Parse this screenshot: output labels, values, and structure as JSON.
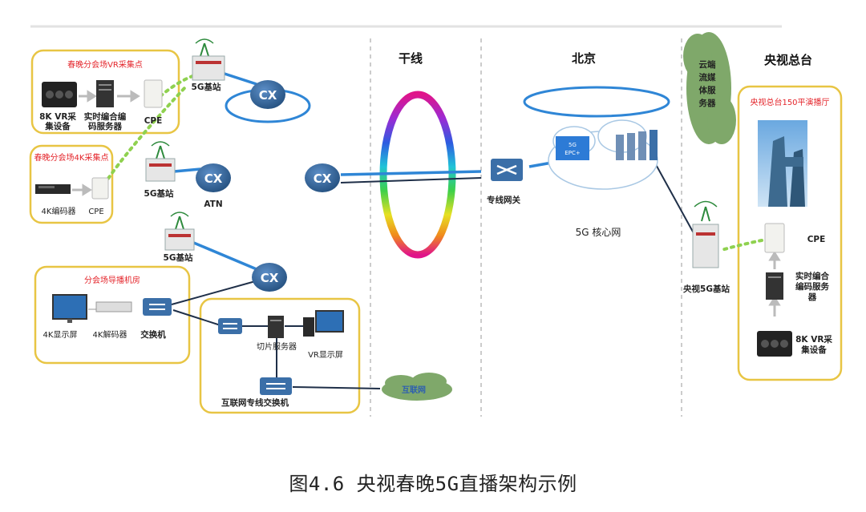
{
  "columns": {
    "trunk": "干线",
    "beijing": "北京",
    "cctv_hq": "央视总台"
  },
  "boxes": {
    "vr_site": "春晚分会场VR采集点",
    "k4_site": "春晚分会场4K采集点",
    "director_room": "分会场导播机房",
    "hall150": "央视总台150平演播厅"
  },
  "labels": {
    "vr8k": [
      "8K VR采",
      "集设备"
    ],
    "encoder_srv": [
      "实时编合编",
      "码服务器"
    ],
    "cpe": "CPE",
    "bs5g": "5G基站",
    "enc4k": "4K编码器",
    "cpe_plain": "CPE",
    "atn": "ATN",
    "disp4k": "4K显示屏",
    "dec4k": "4K解码器",
    "switch": "交换机",
    "slice_srv": "切片服务器",
    "vr_disp": "VR显示屏",
    "inet_switch": "互联网专线交换机",
    "internet": "互联网",
    "gateway": "专线网关",
    "core": "5G 核心网",
    "epc": [
      "5G",
      "EPC+"
    ],
    "cloud_srv": [
      "云端",
      "流媒",
      "体服",
      "务器"
    ],
    "cctv_bs": "央视5G基站",
    "hq_cpe": "CPE",
    "hq_encoder": [
      "实时编合",
      "编码服务",
      "器"
    ],
    "hq_vr8k": [
      "8K VR采",
      "集设备"
    ],
    "cx": "CX"
  },
  "caption": "图4.6 央视春晚5G直播架构示例",
  "colors": {
    "box_border": "#e8c544",
    "link_blue": "#2f86d6",
    "wireless_green": "#8fd14f",
    "title_red": "#e4252b",
    "router_blue": "#3b6fa8",
    "cloud_green": "#7fa86a"
  }
}
